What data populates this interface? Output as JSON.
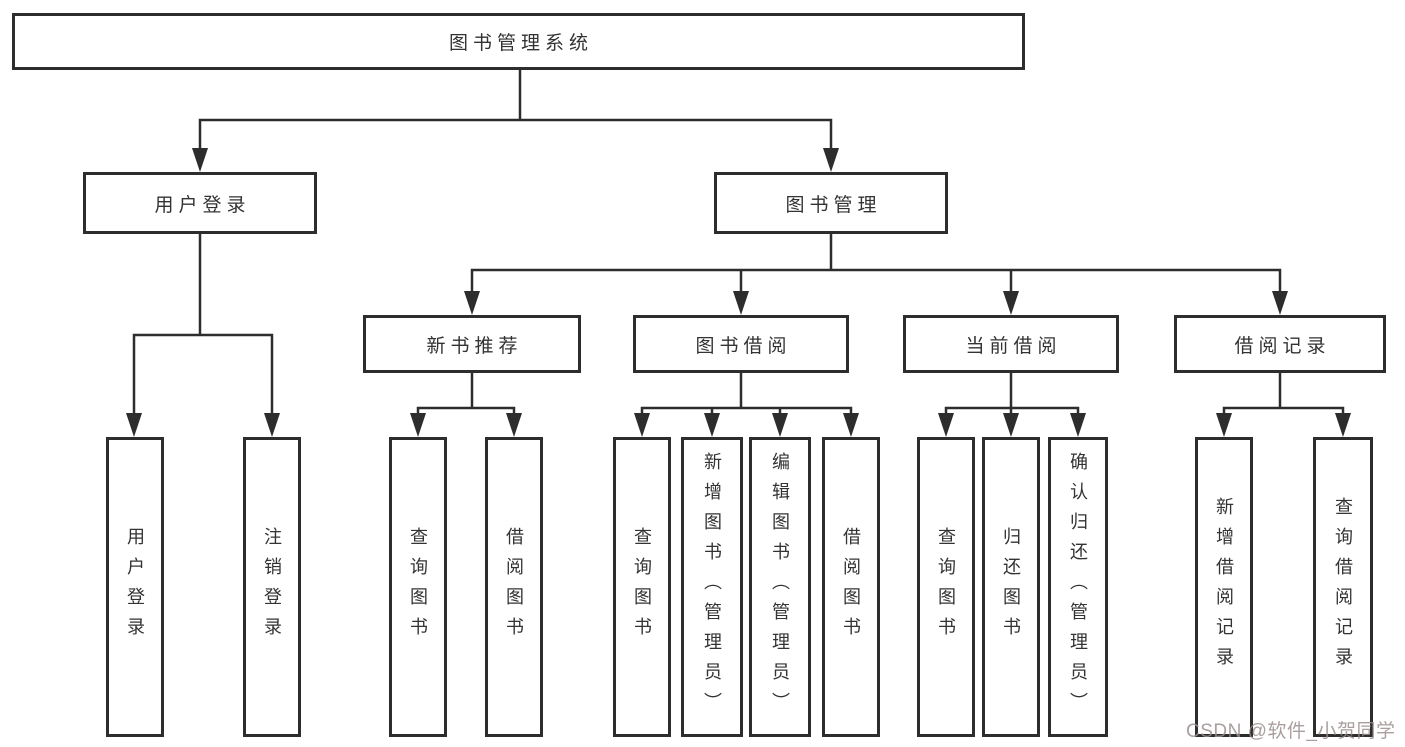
{
  "tree": {
    "root": "图书管理系统",
    "children": [
      {
        "label": "用户登录",
        "children": [
          "用户登录",
          "注销登录"
        ]
      },
      {
        "label": "图书管理",
        "children": [
          {
            "label": "新书推荐",
            "children": [
              "查询图书",
              "借阅图书"
            ]
          },
          {
            "label": "图书借阅",
            "children": [
              "查询图书",
              "新增图书（管理员）",
              "编辑图书（管理员）",
              "借阅图书"
            ]
          },
          {
            "label": "当前借阅",
            "children": [
              "查询图书",
              "归还图书",
              "确认归还（管理员）"
            ]
          },
          {
            "label": "借阅记录",
            "children": [
              "新增借阅记录",
              "查询借阅记录"
            ]
          }
        ]
      }
    ]
  },
  "watermark": {
    "text": "CSDN @软件_小贺同学"
  },
  "colors": {
    "line": "#2d2d2d",
    "text": "#333333",
    "background": "#ffffff",
    "watermark": "#9c8f8e"
  }
}
